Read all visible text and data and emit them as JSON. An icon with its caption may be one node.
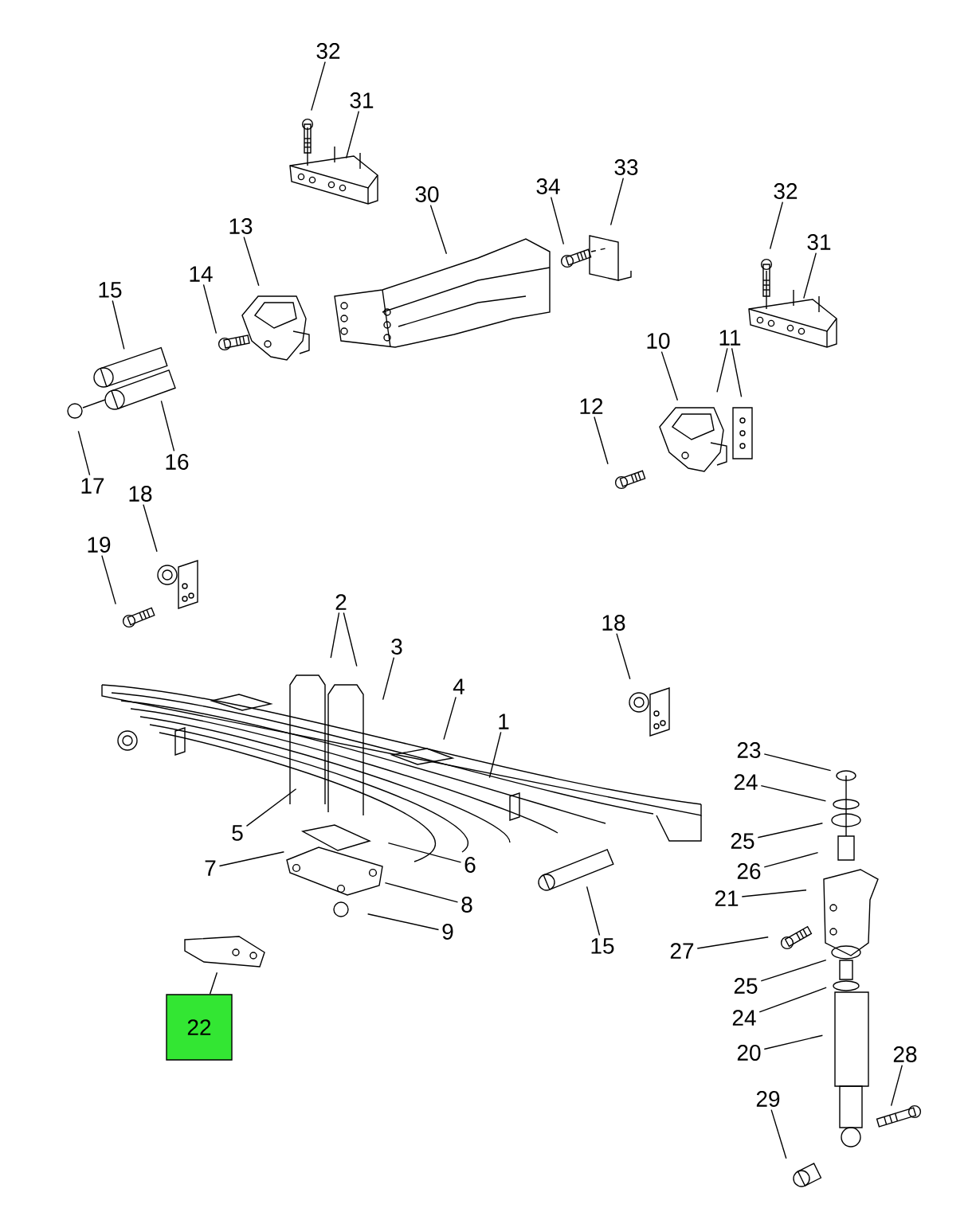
{
  "diagram": {
    "nodes": [
      {
        "text": [
          "32"
        ]
      },
      {
        "text": [
          "31"
        ]
      },
      {
        "text": [
          "30"
        ]
      },
      {
        "text": [
          "34"
        ]
      },
      {
        "text": [
          "33"
        ]
      },
      {
        "text": [
          "32"
        ]
      },
      {
        "text": [
          "13"
        ]
      },
      {
        "text": [
          "31"
        ]
      },
      {
        "text": [
          "14"
        ]
      },
      {
        "text": [
          "15"
        ]
      },
      {
        "text": [
          "10"
        ]
      },
      {
        "text": [
          "11"
        ]
      },
      {
        "text": [
          "12"
        ]
      },
      {
        "text": [
          "16"
        ]
      },
      {
        "text": [
          "17"
        ]
      },
      {
        "text": [
          "18"
        ]
      },
      {
        "text": [
          "19"
        ]
      },
      {
        "text": [
          "2"
        ]
      },
      {
        "text": [
          "18"
        ]
      },
      {
        "text": [
          "3"
        ]
      },
      {
        "text": [
          "4"
        ]
      },
      {
        "text": [
          "1"
        ]
      },
      {
        "text": [
          "23"
        ]
      },
      {
        "text": [
          "24"
        ]
      },
      {
        "text": [
          "5"
        ]
      },
      {
        "text": [
          "25"
        ]
      },
      {
        "text": [
          "6"
        ]
      },
      {
        "text": [
          "7"
        ]
      },
      {
        "text": [
          "26"
        ]
      },
      {
        "text": [
          "8"
        ]
      },
      {
        "text": [
          "21"
        ]
      },
      {
        "text": [
          "9"
        ]
      },
      {
        "text": [
          "15"
        ]
      },
      {
        "text": [
          "27"
        ]
      },
      {
        "text": [
          "25"
        ]
      },
      {
        "text": [
          "24"
        ]
      },
      {
        "text": [
          "22"
        ]
      },
      {
        "text": [
          "20"
        ]
      },
      {
        "text": [
          "28"
        ]
      },
      {
        "text": [
          "29"
        ]
      }
    ],
    "edges": [
      {
        "from": 0,
        "to": null,
        "arrow": "none"
      },
      {
        "from": 1,
        "to": null,
        "arrow": "none"
      },
      {
        "from": 2,
        "to": null,
        "arrow": "none"
      },
      {
        "from": 3,
        "to": null,
        "arrow": "none"
      },
      {
        "from": 4,
        "to": null,
        "arrow": "none"
      },
      {
        "from": 5,
        "to": null,
        "arrow": "none"
      },
      {
        "from": 6,
        "to": null,
        "arrow": "none"
      },
      {
        "from": 7,
        "to": null,
        "arrow": "none"
      },
      {
        "from": 8,
        "to": null,
        "arrow": "none"
      },
      {
        "from": 9,
        "to": null,
        "arrow": "none"
      },
      {
        "from": 10,
        "to": null,
        "arrow": "none"
      },
      {
        "from": 11,
        "to": null,
        "arrow": "none"
      },
      {
        "from": 11,
        "to": null,
        "arrow": "none"
      },
      {
        "from": 12,
        "to": null,
        "arrow": "none"
      },
      {
        "from": 13,
        "to": null,
        "arrow": "none"
      },
      {
        "from": 14,
        "to": null,
        "arrow": "none"
      },
      {
        "from": 15,
        "to": null,
        "arrow": "none"
      },
      {
        "from": 16,
        "to": null,
        "arrow": "none"
      },
      {
        "from": 17,
        "to": null,
        "arrow": "none"
      },
      {
        "from": 17,
        "to": null,
        "arrow": "none"
      },
      {
        "from": 18,
        "to": null,
        "arrow": "none"
      },
      {
        "from": 19,
        "to": null,
        "arrow": "none"
      },
      {
        "from": 20,
        "to": null,
        "arrow": "none"
      },
      {
        "from": 21,
        "to": null,
        "arrow": "none"
      },
      {
        "from": 22,
        "to": null,
        "arrow": "none"
      },
      {
        "from": 23,
        "to": null,
        "arrow": "none"
      },
      {
        "from": 24,
        "to": null,
        "arrow": "none"
      },
      {
        "from": 25,
        "to": null,
        "arrow": "none"
      },
      {
        "from": 26,
        "to": null,
        "arrow": "none"
      },
      {
        "from": 27,
        "to": null,
        "arrow": "none"
      },
      {
        "from": 28,
        "to": null,
        "arrow": "none"
      },
      {
        "from": 29,
        "to": null,
        "arrow": "none"
      },
      {
        "from": 30,
        "to": null,
        "arrow": "none"
      },
      {
        "from": 31,
        "to": null,
        "arrow": "none"
      },
      {
        "from": 32,
        "to": null,
        "arrow": "none"
      },
      {
        "from": 33,
        "to": null,
        "arrow": "none"
      },
      {
        "from": 34,
        "to": null,
        "arrow": "none"
      },
      {
        "from": 35,
        "to": null,
        "arrow": "none"
      },
      {
        "from": 36,
        "to": null,
        "arrow": "none"
      },
      {
        "from": 37,
        "to": null,
        "arrow": "none"
      },
      {
        "from": 38,
        "to": null,
        "arrow": "none"
      },
      {
        "from": 39,
        "to": null,
        "arrow": "none"
      }
    ]
  }
}
